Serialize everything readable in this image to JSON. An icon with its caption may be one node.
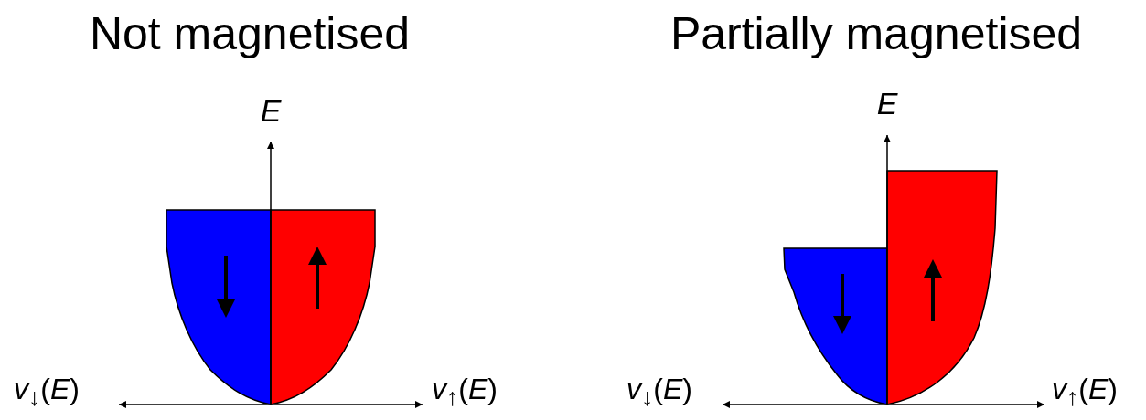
{
  "diagram": {
    "labels": [
      "Not magnetised",
      "Partially magnetised",
      "*E*",
      "*E*",
      "*v*$_{↓}$(*E*)",
      "*v*$_{↑}$(*E*)",
      "*v*$_{↓}$(*E*)",
      "*v*$_{↑}$(*E*)"
    ]
  }
}
